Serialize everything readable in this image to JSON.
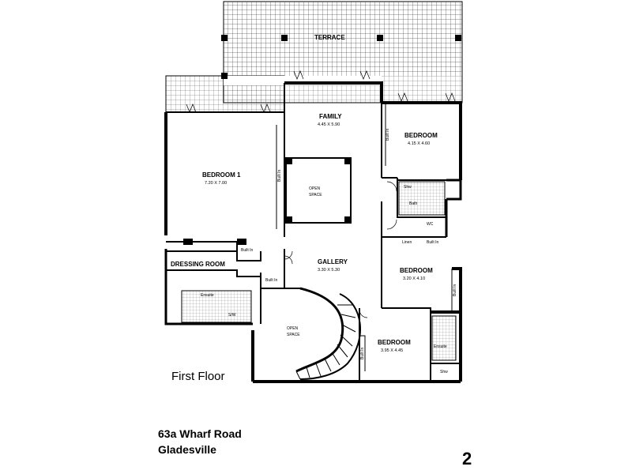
{
  "plan": {
    "floor_label": "First Floor",
    "address_line1": "63a  Wharf Road",
    "address_line2": "Gladesville",
    "page_number": "2",
    "rooms": {
      "terrace": "TERRACE",
      "family": "FAMILY",
      "family_dim": "4.45 X 5.90",
      "bedroom_ne": "BEDROOM",
      "bedroom_ne_dim": "4.15 X 4.60",
      "bedroom1": "BEDROOM 1",
      "bedroom1_dim": "7.20 X 7.00",
      "open_space_upper_1": "OPEN",
      "open_space_upper_2": "SPACE",
      "shw": "Shw",
      "bath": "Bath",
      "wc": "WC",
      "linen": "Linen",
      "built_in": "Built In",
      "gallery": "GALLERY",
      "gallery_dim": "3.30 X 5.30",
      "bedroom_e": "BEDROOM",
      "bedroom_e_dim": "3.20 X 4.10",
      "dressing_room": "DRESSING ROOM",
      "ensuite": "Ensuite",
      "sw": "S/W",
      "open_space_lower_1": "OPEN",
      "open_space_lower_2": "SPACE",
      "bedroom_s": "BEDROOM",
      "bedroom_s_dim": "3.95 X 4.45",
      "built_in_short": "Built In"
    }
  }
}
